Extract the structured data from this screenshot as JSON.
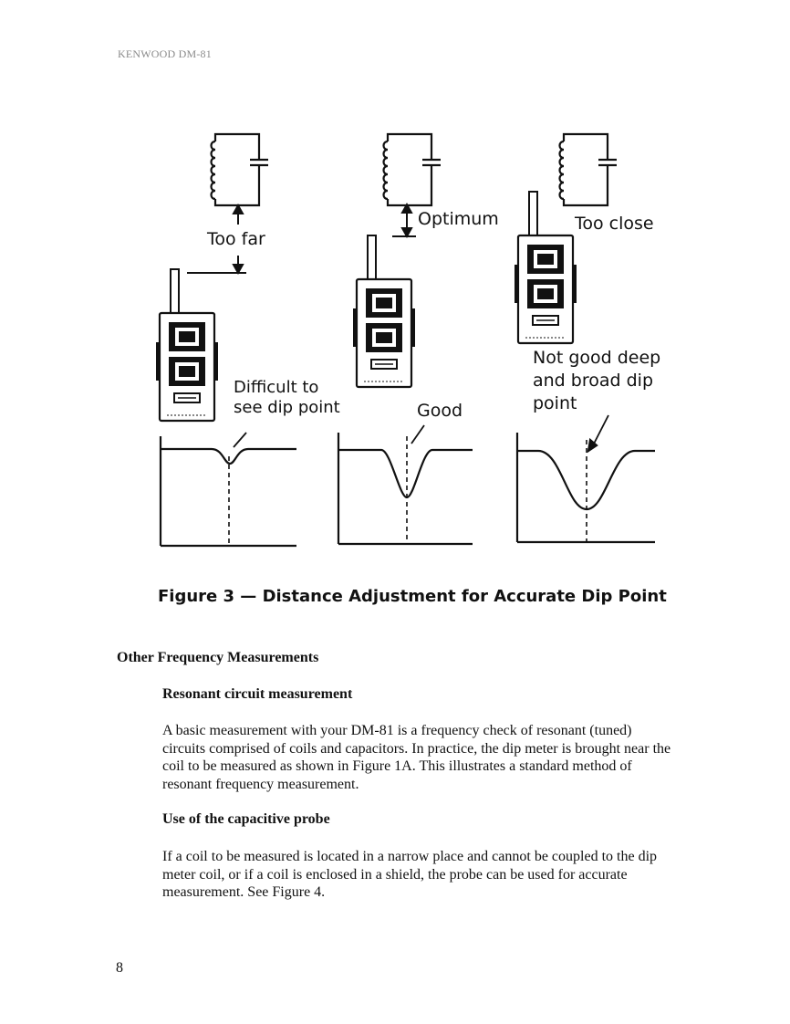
{
  "header": {
    "running_head": "KENWOOD DM-81"
  },
  "figure": {
    "labels": {
      "too_far": "Too far",
      "optimum": "Optimum",
      "too_close": "Too close",
      "difficult": [
        "Difficult to",
        "see dip point"
      ],
      "good": "Good",
      "not_good": [
        "Not good deep",
        "and broad dip",
        "point"
      ]
    },
    "caption": "Figure 3 — Distance Adjustment for Accurate Dip Point"
  },
  "section": {
    "title": "Other Frequency Measurements",
    "subsections": [
      {
        "title": "Resonant circuit measurement",
        "body": "A basic measurement with your DM-81 is a frequency check of resonant (tuned) circuits comprised of coils and capacitors. In practice, the dip meter is brought near the coil to be measured as shown in Figure 1A. This illustrates a standard method of resonant frequency measurement."
      },
      {
        "title": "Use of the capacitive probe",
        "body": "If a coil to be measured is located in a narrow place and cannot be coupled to the dip meter coil, or if a coil is enclosed in a shield, the probe can be used for accurate measurement. See Figure 4."
      }
    ]
  },
  "footer": {
    "page_number": "8"
  }
}
